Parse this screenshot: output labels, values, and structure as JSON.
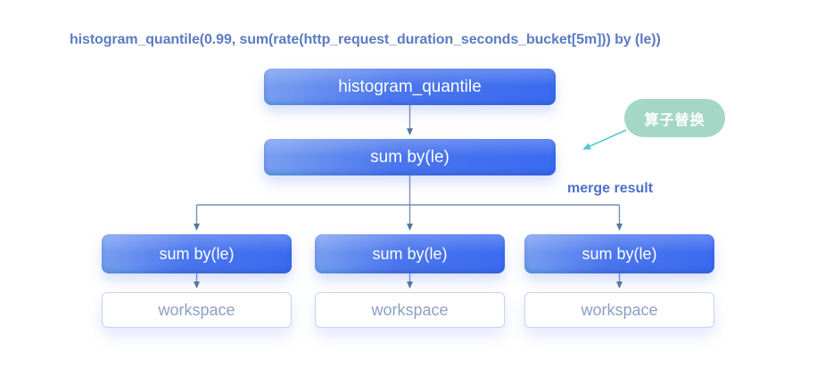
{
  "header": {
    "query": "histogram_quantile(0.99, sum(rate(http_request_duration_seconds_bucket[5m])) by (le))"
  },
  "diagram": {
    "root_label": "histogram_quantile",
    "merge_label": "sum by(le)",
    "annotation_badge": "算子替换",
    "merge_result_label": "merge result",
    "branches": [
      {
        "operator_label": "sum by(le)",
        "workspace_label": "workspace"
      },
      {
        "operator_label": "sum by(le)",
        "workspace_label": "workspace"
      },
      {
        "operator_label": "sum by(le)",
        "workspace_label": "workspace"
      }
    ]
  },
  "colors": {
    "node_blue_start": "#7ba0f0",
    "node_blue_end": "#3a6af0",
    "badge_green": "#a5d7c6",
    "annotation_arrow_teal": "#58c6d6",
    "query_text_blue": "#5b7bc2",
    "merge_label_blue": "#4e70cb",
    "connector_steel_blue": "#7590b4",
    "arrowhead_blue": "#54779f",
    "workspace_border": "#c3d4f6",
    "workspace_text": "#8ca0c5"
  }
}
